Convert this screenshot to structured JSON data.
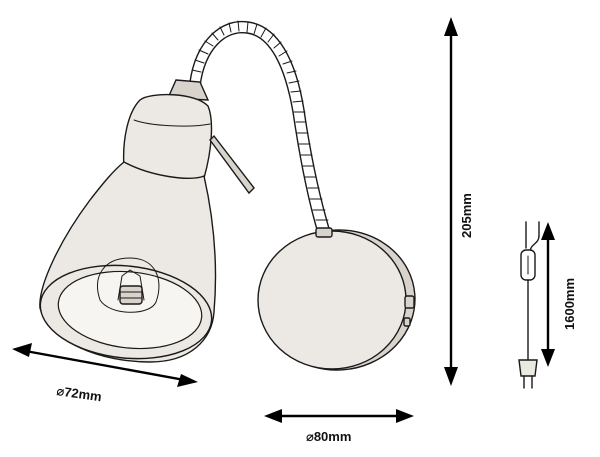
{
  "figure": {
    "dimensions": {
      "shade_diameter": "⌀72mm",
      "base_diameter": "⌀80mm",
      "height": "205mm",
      "cable_length": "1600mm"
    }
  }
}
